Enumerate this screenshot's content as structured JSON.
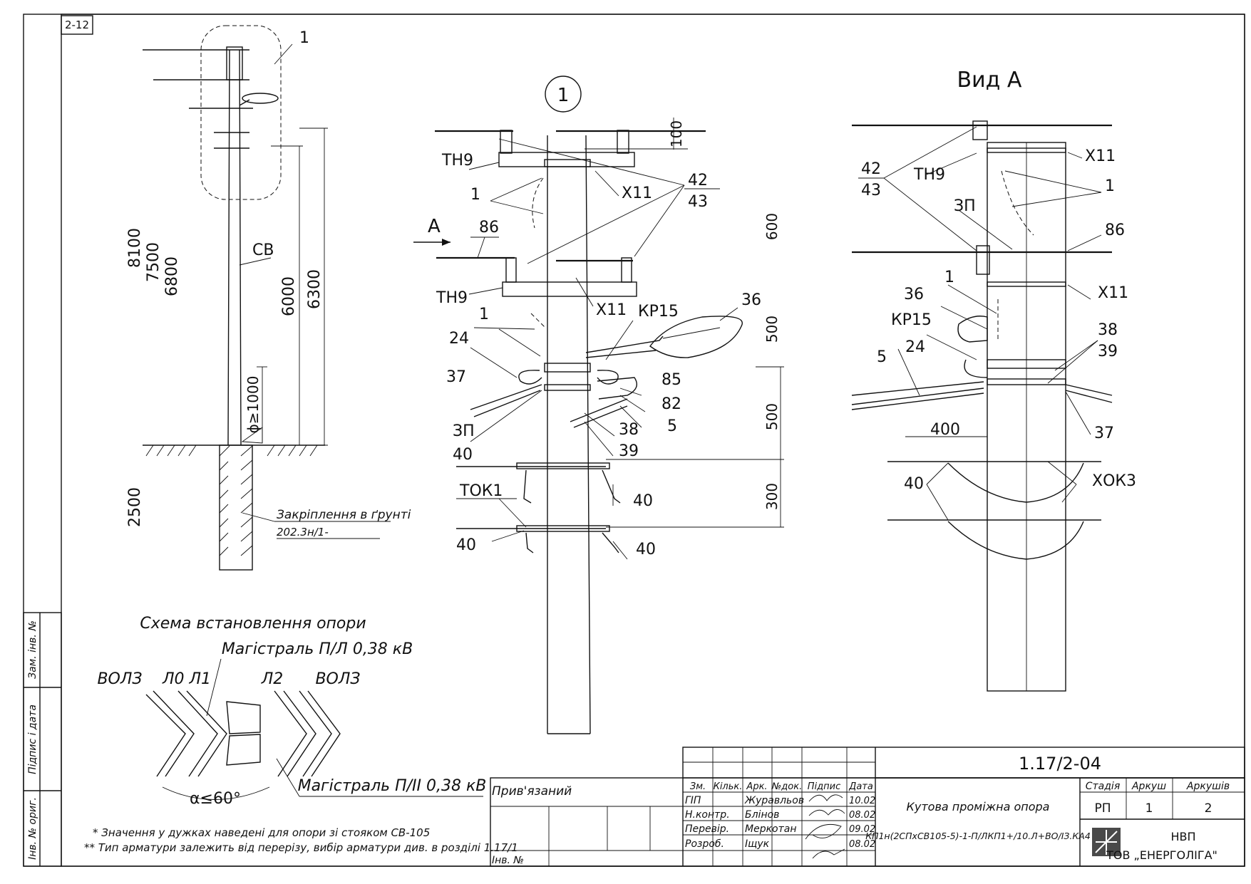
{
  "sheet_code": "2-12",
  "left_view": {
    "labels": {
      "callout": "1",
      "pole": "СВ",
      "dia": "ϕ≥1000"
    },
    "heights": {
      "h1": "8100",
      "h2": "7500",
      "h3": "6800",
      "h4": "6000",
      "h5": "6300",
      "below": "2500"
    },
    "fixing_label": "Закріплення в ґрунті",
    "fixing_ref": "202.3н/1-"
  },
  "node_view": {
    "title": "1",
    "arrow": "А",
    "labels": {
      "tn9a": "ТН9",
      "tn9b": "ТН9",
      "one_a": "1",
      "one_b": "1",
      "x11a": "Х11",
      "x11b": "Х11",
      "n86": "86",
      "n42": "42",
      "n43": "43",
      "n36": "36",
      "kp15": "КР15",
      "n24": "24",
      "n37": "37",
      "n85": "85",
      "n82": "82",
      "n5": "5",
      "zp": "ЗП",
      "n40a": "40",
      "n38": "38",
      "n39": "39",
      "tok1": "ТОК1",
      "n40b": "40",
      "n40c": "40",
      "n40d": "40"
    },
    "dims": {
      "d100": "100",
      "d600": "600",
      "d500a": "500",
      "d500b": "500",
      "d300": "300"
    }
  },
  "view_a": {
    "title": "Вид А",
    "labels": {
      "n42": "42",
      "n43": "43",
      "tn9": "ТН9",
      "x11a": "Х11",
      "one_a": "1",
      "zp": "ЗП",
      "n86": "86",
      "n36": "36",
      "one_b": "1",
      "x11b": "Х11",
      "kp15": "КР15",
      "n38": "38",
      "n39": "39",
      "n24": "24",
      "n5": "5",
      "n400": "400",
      "n37": "37",
      "n40": "40",
      "xok3": "ХОК3"
    }
  },
  "scheme": {
    "title": "Схема встановлення опори",
    "main_top": "Магістраль П/Л 0,38 кВ",
    "main_bottom": "Магістраль П/ІІ 0,38 кВ",
    "lines": {
      "vol3_left": "ВОЛЗ",
      "l0_l1": "Л0 Л1",
      "l2": "Л2",
      "vol3_right": "ВОЛЗ"
    },
    "angle": "α≤60°"
  },
  "notes": {
    "note1": "* Значення у дужках наведені для опори зі стояком СВ-105",
    "note2": "** Тип арматури залежить від перерізу, вибір арматури див. в розділі 1.17/1"
  },
  "side_stamp": {
    "zam": "Зам. інв. №",
    "pidpys": "Підпис і дата",
    "inv": "Інв. № ориг."
  },
  "title_block": {
    "pryvyazanyi": "Прив'язаний",
    "inv_no": "Інв. №",
    "doc_code": "1.17/2-04",
    "header": {
      "zm": "Зм.",
      "kilk": "Кільк.",
      "ark": "Арк.",
      "ndok": "№док.",
      "pidpys": "Підпис",
      "data": "Дата"
    },
    "rows": [
      {
        "role": "ГІП",
        "name": "Журавльов",
        "date": "10.02"
      },
      {
        "role": "Н.контр.",
        "name": "Блінов",
        "date": "08.02"
      },
      {
        "role": "Перевір.",
        "name": "Меркотан",
        "date": "09.02"
      },
      {
        "role": "Розроб.",
        "name": "Іщук",
        "date": "08.02"
      }
    ],
    "title_line1": "Кутова проміжна опора",
    "title_line2": "КП1н(2СПхСВ105-5)-1-П/ЛКП1+/10.Л+ВО/ІЗ.КА4",
    "stage_label": "Стадія",
    "sheet_label": "Аркуш",
    "sheets_label": "Аркушів",
    "stage": "РП",
    "sheet": "1",
    "sheets": "2",
    "org1": "НВП",
    "org2": "ТОВ „ЕНЕРГОЛІГА\""
  }
}
